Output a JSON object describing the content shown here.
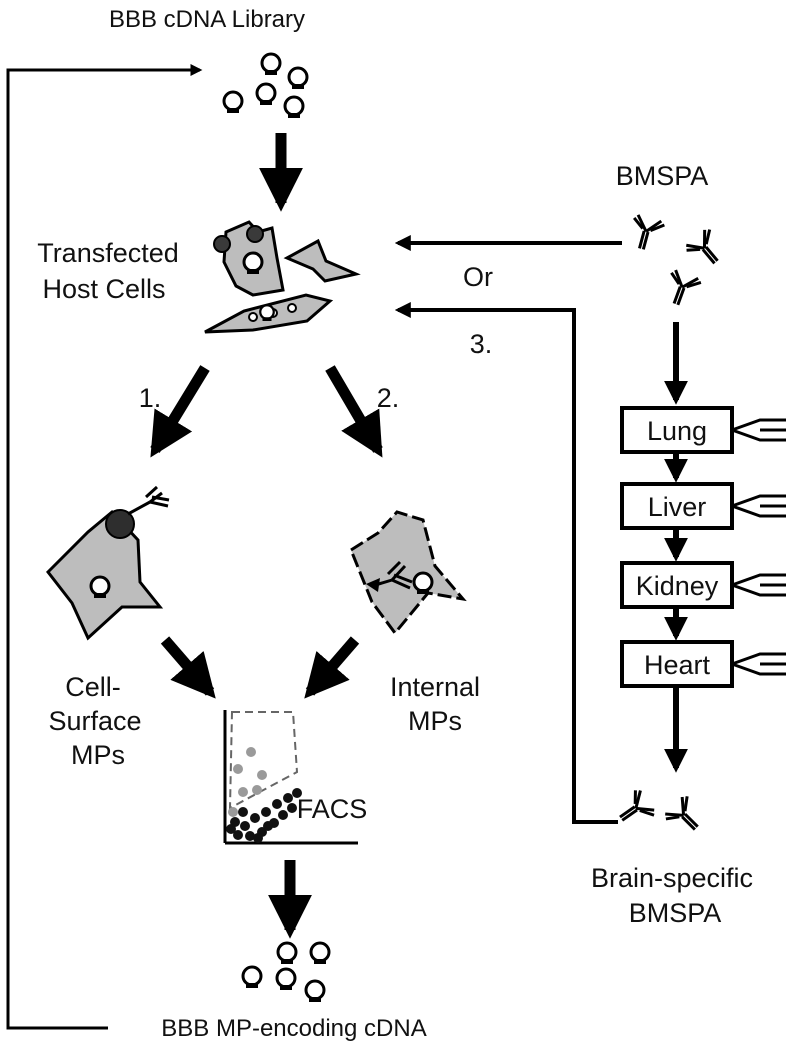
{
  "labels": {
    "library": "BBB cDNA Library",
    "transfected": [
      "Transfected",
      "Host  Cells"
    ],
    "bmspa_top": "BMSPA",
    "or": "Or",
    "step1": "1.",
    "step2": "2.",
    "step3": "3.",
    "cell_surface": [
      "Cell-",
      "Surface",
      "MPs"
    ],
    "internal": [
      "Internal",
      "MPs"
    ],
    "facs": "FACS",
    "brain_specific": [
      "Brain-specific",
      "BMSPA"
    ],
    "output": "BBB MP-encoding cDNA"
  },
  "organs": [
    "Lung",
    "Liver",
    "Kidney",
    "Heart"
  ],
  "colors": {
    "line": "#000000",
    "cell_fill": "#bdbdbd",
    "marker_dark": "#3a3a3a",
    "facs_gray": "#9a9a9a",
    "facs_black": "#111111"
  }
}
